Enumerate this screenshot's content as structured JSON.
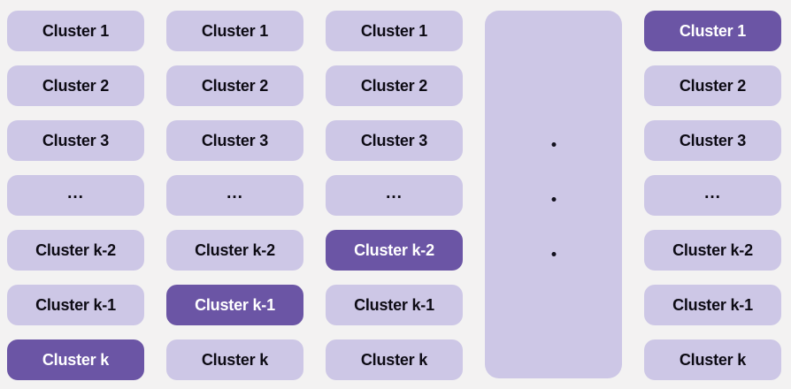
{
  "diagram": {
    "title": "cluster-columns-diagram",
    "background_color": "#f3f2f2",
    "pill_color": "#cdc7e6",
    "highlight_color": "#6b55a5",
    "text_color": "#0d0b14",
    "highlight_text_color": "#ffffff",
    "columns": [
      {
        "name": "column-1",
        "type": "pills",
        "highlighted_index": 6,
        "cells": [
          {
            "label": "Cluster 1",
            "highlighted": false
          },
          {
            "label": "Cluster 2",
            "highlighted": false
          },
          {
            "label": "Cluster 3",
            "highlighted": false
          },
          {
            "label": "...",
            "highlighted": false
          },
          {
            "label": "Cluster k-2",
            "highlighted": false
          },
          {
            "label": "Cluster k-1",
            "highlighted": false
          },
          {
            "label": "Cluster k",
            "highlighted": true
          }
        ]
      },
      {
        "name": "column-2",
        "type": "pills",
        "highlighted_index": 5,
        "cells": [
          {
            "label": "Cluster 1",
            "highlighted": false
          },
          {
            "label": "Cluster 2",
            "highlighted": false
          },
          {
            "label": "Cluster 3",
            "highlighted": false
          },
          {
            "label": "...",
            "highlighted": false
          },
          {
            "label": "Cluster k-2",
            "highlighted": false
          },
          {
            "label": "Cluster k-1",
            "highlighted": true
          },
          {
            "label": "Cluster k",
            "highlighted": false
          }
        ]
      },
      {
        "name": "column-3",
        "type": "pills",
        "highlighted_index": 4,
        "cells": [
          {
            "label": "Cluster 1",
            "highlighted": false
          },
          {
            "label": "Cluster 2",
            "highlighted": false
          },
          {
            "label": "Cluster 3",
            "highlighted": false
          },
          {
            "label": "...",
            "highlighted": false
          },
          {
            "label": "Cluster k-2",
            "highlighted": true
          },
          {
            "label": "Cluster k-1",
            "highlighted": false
          },
          {
            "label": "Cluster k",
            "highlighted": false
          }
        ]
      },
      {
        "name": "column-ellipsis",
        "type": "tall-ellipsis",
        "dots": 3
      },
      {
        "name": "column-last",
        "type": "pills",
        "highlighted_index": 0,
        "cells": [
          {
            "label": "Cluster 1",
            "highlighted": true
          },
          {
            "label": "Cluster 2",
            "highlighted": false
          },
          {
            "label": "Cluster 3",
            "highlighted": false
          },
          {
            "label": "...",
            "highlighted": false
          },
          {
            "label": "Cluster k-2",
            "highlighted": false
          },
          {
            "label": "Cluster k-1",
            "highlighted": false
          },
          {
            "label": "Cluster k",
            "highlighted": false
          }
        ]
      }
    ]
  }
}
